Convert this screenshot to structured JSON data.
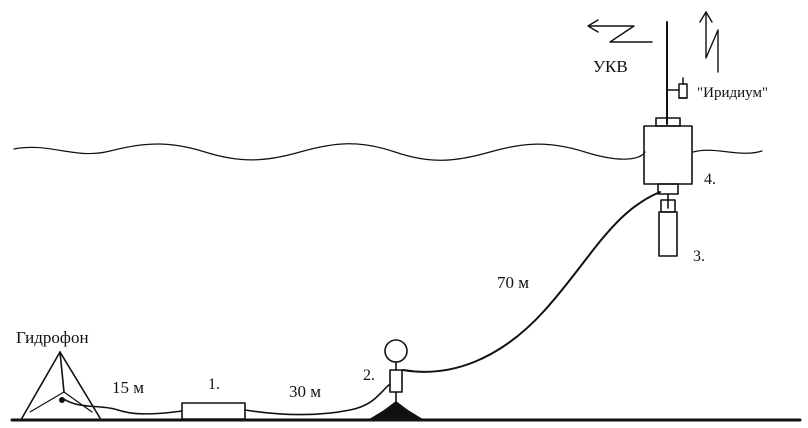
{
  "labels": {
    "vhf": "УКВ",
    "iridium": "\"Иридиум\"",
    "hydrophone": "Гидрофон",
    "cable_15": "15 м",
    "cable_30": "30 м",
    "cable_70": "70 м",
    "item_1": "1.",
    "item_2": "2.",
    "item_3": "3.",
    "item_4": "4."
  },
  "colors": {
    "ink": "#111111",
    "background": "#ffffff"
  }
}
